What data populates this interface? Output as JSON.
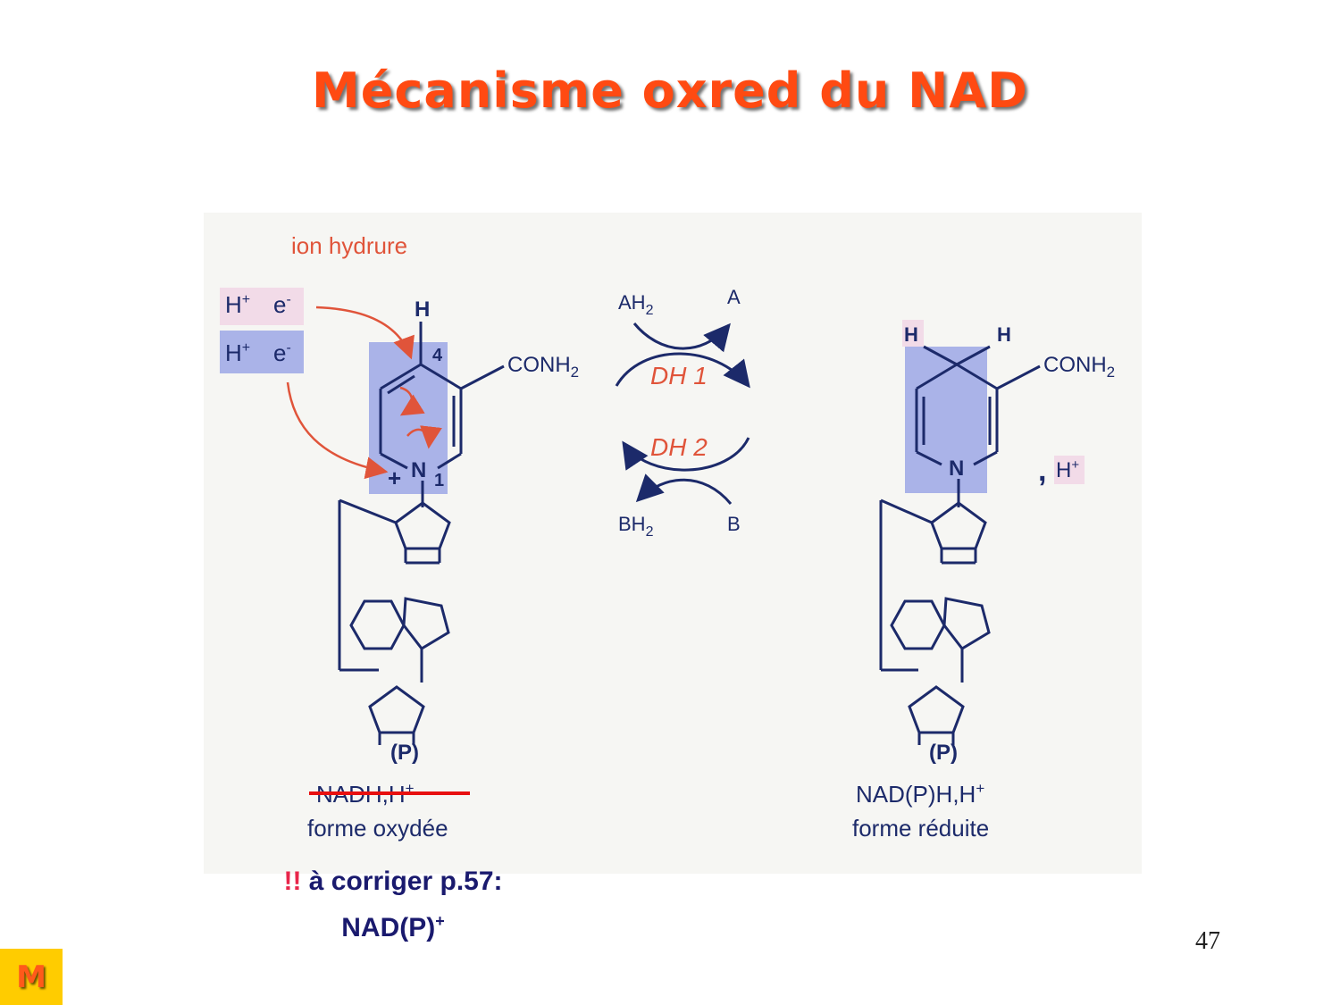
{
  "slide": {
    "title": "Mécanisme oxred du NAD",
    "page_number": "47",
    "nav_button": "M"
  },
  "diagram": {
    "hydride_label": "ion hydrure",
    "proton": "H",
    "proton_sup": "+",
    "electron": "e",
    "electron_sup": "-",
    "H": "H",
    "position_4": "4",
    "position_1": "1",
    "N": "N",
    "plus": "+",
    "conh2": "CONH",
    "conh2_sub": "2",
    "AH2": "AH",
    "AH2_sub": "2",
    "A": "A",
    "BH2": "BH",
    "BH2_sub": "2",
    "B": "B",
    "DH1": "DH 1",
    "DH2": "DH 2",
    "phosphate": "(P)",
    "left_name_struck": "NADH,H",
    "left_name_sup": "+",
    "left_form": "forme oxydée",
    "right_name": "NAD(P)H,H",
    "right_name_sup": "+",
    "right_form": "forme réduite",
    "comma": ",",
    "released_H": "H",
    "released_H_sup": "+"
  },
  "note": {
    "warn": "!!",
    "line1": " à corriger p.57:",
    "line2": "NAD(P)",
    "line2_sup": "+"
  },
  "colors": {
    "title": "#ff4a12",
    "highlight_blue": "#aab3e8",
    "highlight_pink": "#f2dbe8",
    "arrow_red": "#e0543a",
    "strike_red": "#e81010",
    "struct_ink": "#1c2a6a",
    "note_ink": "#1a1a6e"
  }
}
